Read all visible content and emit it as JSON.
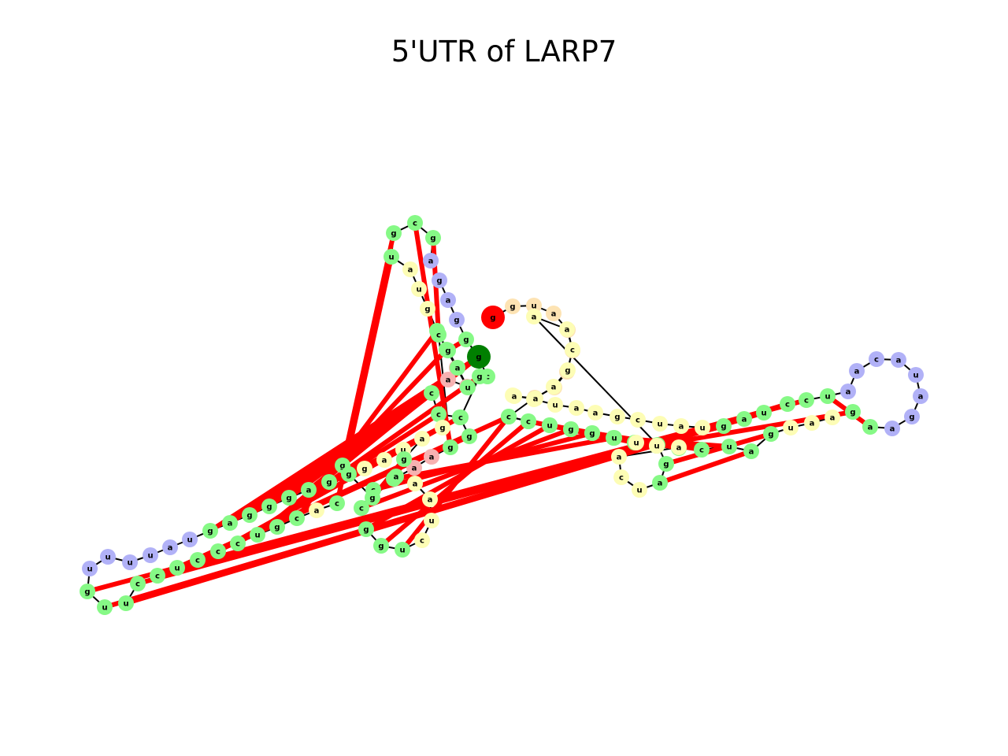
{
  "title": "5'UTR of LARP7",
  "colors": {
    "stem": "#86f986",
    "hairpin_loop": "#b1b1f7",
    "interior_loop": "#fdfdb5",
    "multiloop": "#f7b1b1",
    "unpaired_5prime": "#fde3b3",
    "start_marker": "#ff0000",
    "end_marker": "#007f00",
    "pair_bond": "#ff0000",
    "backbone": "#000000"
  },
  "nucleotides": [
    {
      "id": 0,
      "base": "g",
      "type": "start_marker"
    },
    {
      "id": 1,
      "base": "g",
      "type": "unpaired_5prime"
    },
    {
      "id": 2,
      "base": "u",
      "type": "unpaired_5prime"
    },
    {
      "id": 3,
      "base": "a",
      "type": "unpaired_5prime"
    },
    {
      "id": 4,
      "base": "a",
      "type": "unpaired_5prime"
    },
    {
      "id": 5,
      "base": "g",
      "type": "unpaired_5prime"
    },
    {
      "id": 6,
      "base": "g",
      "type": "unpaired_5prime"
    },
    {
      "id": 7,
      "base": "a",
      "type": "unpaired_5prime"
    },
    {
      "id": 8,
      "base": "a",
      "type": "unpaired_5prime"
    },
    {
      "id": 9,
      "base": "g",
      "type": "stem"
    },
    {
      "id": 10,
      "base": "u",
      "type": "stem"
    },
    {
      "id": 11,
      "base": "a",
      "type": "stem"
    },
    {
      "id": 12,
      "base": "c",
      "type": "stem"
    },
    {
      "id": 13,
      "base": "a",
      "type": "stem"
    },
    {
      "id": 14,
      "base": "a",
      "type": "stem"
    },
    {
      "id": 15,
      "base": "u",
      "type": "stem"
    },
    {
      "id": 16,
      "base": "c",
      "type": "stem"
    },
    {
      "id": 17,
      "base": "c",
      "type": "stem"
    },
    {
      "id": 18,
      "base": "c",
      "type": "stem"
    },
    {
      "id": 19,
      "base": "u",
      "type": "stem"
    },
    {
      "id": 20,
      "base": "a",
      "type": "stem"
    },
    {
      "id": 21,
      "base": "g",
      "type": "stem"
    },
    {
      "id": 22,
      "base": "u",
      "type": "interior_loop"
    },
    {
      "id": 23,
      "base": "a",
      "type": "interior_loop"
    },
    {
      "id": 24,
      "base": "a",
      "type": "interior_loop"
    },
    {
      "id": 25,
      "base": "g",
      "type": "stem"
    },
    {
      "id": 26,
      "base": "a",
      "type": "stem"
    },
    {
      "id": 27,
      "base": "a",
      "type": "hairpin_loop"
    },
    {
      "id": 28,
      "base": "g",
      "type": "hairpin_loop"
    },
    {
      "id": 29,
      "base": "a",
      "type": "hairpin_loop"
    },
    {
      "id": 30,
      "base": "u",
      "type": "hairpin_loop"
    },
    {
      "id": 31,
      "base": "a",
      "type": "hairpin_loop"
    },
    {
      "id": 32,
      "base": "c",
      "type": "hairpin_loop"
    },
    {
      "id": 33,
      "base": "a",
      "type": "hairpin_loop"
    },
    {
      "id": 34,
      "base": "a",
      "type": "hairpin_loop"
    },
    {
      "id": 35,
      "base": "u",
      "type": "stem"
    },
    {
      "id": 36,
      "base": "c",
      "type": "stem"
    },
    {
      "id": 37,
      "base": "c",
      "type": "stem"
    },
    {
      "id": 38,
      "base": "u",
      "type": "stem"
    },
    {
      "id": 39,
      "base": "a",
      "type": "stem"
    },
    {
      "id": 40,
      "base": "g",
      "type": "stem"
    },
    {
      "id": 41,
      "base": "u",
      "type": "interior_loop"
    },
    {
      "id": 42,
      "base": "a",
      "type": "interior_loop"
    },
    {
      "id": 43,
      "base": "u",
      "type": "interior_loop"
    },
    {
      "id": 44,
      "base": "c",
      "type": "interior_loop"
    },
    {
      "id": 45,
      "base": "g",
      "type": "interior_loop"
    },
    {
      "id": 46,
      "base": "a",
      "type": "interior_loop"
    },
    {
      "id": 47,
      "base": "a",
      "type": "interior_loop"
    },
    {
      "id": 48,
      "base": "u",
      "type": "interior_loop"
    },
    {
      "id": 49,
      "base": "a",
      "type": "interior_loop"
    },
    {
      "id": 50,
      "base": "c",
      "type": "interior_loop"
    },
    {
      "id": 51,
      "base": "a",
      "type": "interior_loop"
    },
    {
      "id": 52,
      "base": "a",
      "type": "interior_loop"
    },
    {
      "id": 53,
      "base": "a",
      "type": "interior_loop"
    },
    {
      "id": 54,
      "base": "g",
      "type": "interior_loop"
    },
    {
      "id": 55,
      "base": "c",
      "type": "interior_loop"
    },
    {
      "id": 56,
      "base": "a",
      "type": "interior_loop"
    },
    {
      "id": 57,
      "base": "a",
      "type": "interior_loop"
    },
    {
      "id": 58,
      "base": "g",
      "type": "stem"
    },
    {
      "id": 59,
      "base": "g",
      "type": "stem"
    },
    {
      "id": 60,
      "base": "a",
      "type": "stem"
    },
    {
      "id": 61,
      "base": "u",
      "type": "interior_loop"
    },
    {
      "id": 62,
      "base": "c",
      "type": "interior_loop"
    },
    {
      "id": 63,
      "base": "a",
      "type": "interior_loop"
    },
    {
      "id": 64,
      "base": "a",
      "type": "interior_loop"
    },
    {
      "id": 65,
      "base": "u",
      "type": "interior_loop"
    },
    {
      "id": 66,
      "base": "u",
      "type": "interior_loop"
    },
    {
      "id": 67,
      "base": "u",
      "type": "stem"
    },
    {
      "id": 68,
      "base": "g",
      "type": "stem"
    },
    {
      "id": 69,
      "base": "g",
      "type": "stem"
    },
    {
      "id": 70,
      "base": "u",
      "type": "stem"
    },
    {
      "id": 71,
      "base": "c",
      "type": "stem"
    },
    {
      "id": 72,
      "base": "c",
      "type": "stem"
    },
    {
      "id": 73,
      "base": "g",
      "type": "stem"
    },
    {
      "id": 74,
      "base": "g",
      "type": "stem"
    },
    {
      "id": 75,
      "base": "c",
      "type": "stem"
    },
    {
      "id": 76,
      "base": "c",
      "type": "stem"
    },
    {
      "id": 77,
      "base": "a",
      "type": "multiloop"
    },
    {
      "id": 78,
      "base": "a",
      "type": "multiloop"
    },
    {
      "id": 79,
      "base": "g",
      "type": "multiloop"
    },
    {
      "id": 80,
      "base": "c",
      "type": "stem"
    },
    {
      "id": 81,
      "base": "g",
      "type": "stem"
    },
    {
      "id": 82,
      "base": "g",
      "type": "interior_loop"
    },
    {
      "id": 83,
      "base": "u",
      "type": "interior_loop"
    },
    {
      "id": 84,
      "base": "a",
      "type": "interior_loop"
    },
    {
      "id": 85,
      "base": "u",
      "type": "stem"
    },
    {
      "id": 86,
      "base": "g",
      "type": "stem"
    },
    {
      "id": 87,
      "base": "c",
      "type": "stem"
    },
    {
      "id": 88,
      "base": "g",
      "type": "stem"
    },
    {
      "id": 89,
      "base": "a",
      "type": "hairpin_loop"
    },
    {
      "id": 90,
      "base": "g",
      "type": "hairpin_loop"
    },
    {
      "id": 91,
      "base": "a",
      "type": "hairpin_loop"
    },
    {
      "id": 92,
      "base": "g",
      "type": "hairpin_loop"
    },
    {
      "id": 93,
      "base": "g",
      "type": "stem"
    },
    {
      "id": 94,
      "base": "c",
      "type": "stem"
    },
    {
      "id": 95,
      "base": "c",
      "type": "stem"
    },
    {
      "id": 96,
      "base": "u",
      "type": "stem"
    },
    {
      "id": 97,
      "base": "a",
      "type": "stem"
    },
    {
      "id": 98,
      "base": "g",
      "type": "stem"
    },
    {
      "id": 99,
      "base": "c",
      "type": "stem"
    },
    {
      "id": 100,
      "base": "g",
      "type": "stem"
    },
    {
      "id": 101,
      "base": "a",
      "type": "multiloop"
    },
    {
      "id": 102,
      "base": "a",
      "type": "multiloop"
    },
    {
      "id": 103,
      "base": "g",
      "type": "stem"
    },
    {
      "id": 104,
      "base": "c",
      "type": "stem"
    },
    {
      "id": 105,
      "base": "c",
      "type": "stem"
    },
    {
      "id": 106,
      "base": "g",
      "type": "stem"
    },
    {
      "id": 107,
      "base": "g",
      "type": "stem"
    },
    {
      "id": 108,
      "base": "u",
      "type": "stem"
    },
    {
      "id": 109,
      "base": "c",
      "type": "interior_loop"
    },
    {
      "id": 110,
      "base": "u",
      "type": "interior_loop"
    },
    {
      "id": 111,
      "base": "a",
      "type": "interior_loop"
    },
    {
      "id": 112,
      "base": "a",
      "type": "interior_loop"
    },
    {
      "id": 113,
      "base": "u",
      "type": "interior_loop"
    },
    {
      "id": 114,
      "base": "a",
      "type": "interior_loop"
    },
    {
      "id": 115,
      "base": "g",
      "type": "interior_loop"
    },
    {
      "id": 116,
      "base": "g",
      "type": "stem"
    },
    {
      "id": 117,
      "base": "c",
      "type": "stem"
    },
    {
      "id": 118,
      "base": "a",
      "type": "interior_loop"
    },
    {
      "id": 119,
      "base": "c",
      "type": "stem"
    },
    {
      "id": 120,
      "base": "g",
      "type": "stem"
    },
    {
      "id": 121,
      "base": "u",
      "type": "stem"
    },
    {
      "id": 122,
      "base": "c",
      "type": "stem"
    },
    {
      "id": 123,
      "base": "c",
      "type": "stem"
    },
    {
      "id": 124,
      "base": "c",
      "type": "stem"
    },
    {
      "id": 125,
      "base": "u",
      "type": "stem"
    },
    {
      "id": 126,
      "base": "c",
      "type": "stem"
    },
    {
      "id": 127,
      "base": "c",
      "type": "stem"
    },
    {
      "id": 128,
      "base": "u",
      "type": "stem"
    },
    {
      "id": 129,
      "base": "u",
      "type": "stem"
    },
    {
      "id": 130,
      "base": "g",
      "type": "stem"
    },
    {
      "id": 131,
      "base": "u",
      "type": "hairpin_loop"
    },
    {
      "id": 132,
      "base": "u",
      "type": "hairpin_loop"
    },
    {
      "id": 133,
      "base": "u",
      "type": "hairpin_loop"
    },
    {
      "id": 134,
      "base": "u",
      "type": "hairpin_loop"
    },
    {
      "id": 135,
      "base": "a",
      "type": "hairpin_loop"
    },
    {
      "id": 136,
      "base": "u",
      "type": "hairpin_loop"
    },
    {
      "id": 137,
      "base": "g",
      "type": "stem"
    },
    {
      "id": 138,
      "base": "a",
      "type": "stem"
    },
    {
      "id": 139,
      "base": "g",
      "type": "stem"
    },
    {
      "id": 140,
      "base": "g",
      "type": "stem"
    },
    {
      "id": 141,
      "base": "g",
      "type": "stem"
    },
    {
      "id": 142,
      "base": "a",
      "type": "stem"
    },
    {
      "id": 143,
      "base": "g",
      "type": "stem"
    },
    {
      "id": 144,
      "base": "g",
      "type": "stem"
    },
    {
      "id": 145,
      "base": "g",
      "type": "stem"
    },
    {
      "id": 146,
      "base": "a",
      "type": "stem"
    },
    {
      "id": 147,
      "base": "g",
      "type": "stem"
    },
    {
      "id": 148,
      "base": "a",
      "type": "interior_loop"
    },
    {
      "id": 149,
      "base": "g",
      "type": "interior_loop"
    },
    {
      "id": 150,
      "base": "c",
      "type": "stem"
    },
    {
      "id": 151,
      "base": "g",
      "type": "stem"
    },
    {
      "id": 152,
      "base": "g",
      "type": "stem"
    },
    {
      "id": 153,
      "base": "c",
      "type": "stem"
    },
    {
      "id": 154,
      "base": "g",
      "type": "stem"
    },
    {
      "id": 155,
      "base": "g",
      "type": "stem"
    },
    {
      "id": 156,
      "base": "c",
      "type": "stem"
    },
    {
      "id": 157,
      "base": "c",
      "type": "stem"
    },
    {
      "id": 158,
      "base": "g",
      "type": "end_marker"
    }
  ],
  "pairs": [
    [
      9,
      108
    ],
    [
      10,
      107
    ],
    [
      11,
      106
    ],
    [
      12,
      105
    ],
    [
      13,
      104
    ],
    [
      14,
      103
    ],
    [
      15,
      71
    ],
    [
      16,
      70
    ],
    [
      17,
      69
    ],
    [
      18,
      68
    ],
    [
      19,
      67
    ],
    [
      20,
      60
    ],
    [
      21,
      59
    ],
    [
      25,
      58
    ],
    [
      26,
      35
    ],
    [
      36,
      130
    ],
    [
      37,
      129
    ],
    [
      38,
      128
    ],
    [
      39,
      127
    ],
    [
      40,
      126
    ],
    [
      72,
      125
    ],
    [
      73,
      124
    ],
    [
      74,
      123
    ],
    [
      75,
      122
    ],
    [
      76,
      121
    ],
    [
      80,
      120
    ],
    [
      81,
      119
    ],
    [
      85,
      117
    ],
    [
      86,
      116
    ],
    [
      87,
      100
    ],
    [
      88,
      99
    ],
    [
      93,
      98
    ],
    [
      137,
      157
    ],
    [
      138,
      156
    ],
    [
      139,
      155
    ],
    [
      140,
      154
    ],
    [
      141,
      153
    ],
    [
      142,
      152
    ],
    [
      143,
      151
    ],
    [
      144,
      150
    ],
    [
      145,
      147
    ],
    [
      146,
      147
    ]
  ]
}
